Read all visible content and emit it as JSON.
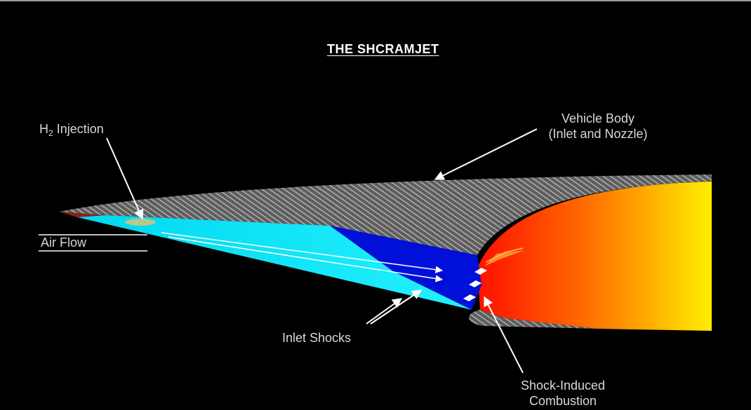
{
  "title": "THE SHCRAMJET",
  "labels": {
    "h2_injection_main": "H",
    "h2_injection_sub": "2",
    "h2_injection_rest": " Injection",
    "air_flow": "Air Flow",
    "vehicle_body_line1": "Vehicle Body",
    "vehicle_body_line2": "(Inlet and Nozzle)",
    "inlet_shocks": "Inlet Shocks",
    "combustion_line1": "Shock-Induced",
    "combustion_line2": "Combustion"
  },
  "colors": {
    "background": "#000000",
    "body_hatch": "#9a9a9a",
    "inlet_flow": "#00e8ff",
    "compressed_flow": "#0010d8",
    "exhaust_hot": "#ff1a00",
    "exhaust_cool": "#ffee00",
    "arrows": "#ffffff"
  }
}
